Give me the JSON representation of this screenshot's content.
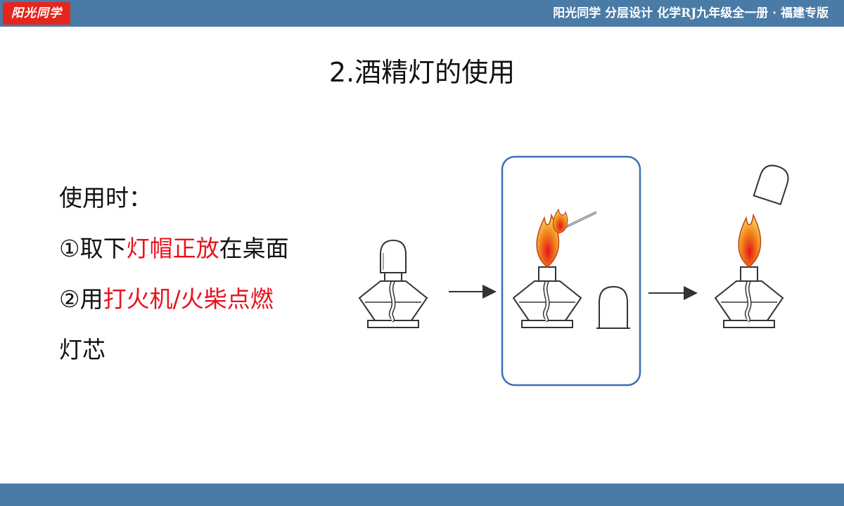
{
  "header": {
    "logo_text": "阳光同学",
    "book_title": "阳光同学  分层设计  化学RJ九年级全一册 · 福建专版"
  },
  "slide": {
    "title": "2.酒精灯的使用",
    "intro": "使用时：",
    "step1": {
      "prefix": "①取下",
      "highlight": "灯帽正放",
      "suffix": "在桌面"
    },
    "step2": {
      "prefix": "②用",
      "highlight": "打火机/火柴点燃"
    },
    "step2_continuation": "灯芯"
  },
  "colors": {
    "bar": "#4a7ba6",
    "logo": "#e4261e",
    "highlight": "#e8121e",
    "frame": "#3b6fb6"
  }
}
